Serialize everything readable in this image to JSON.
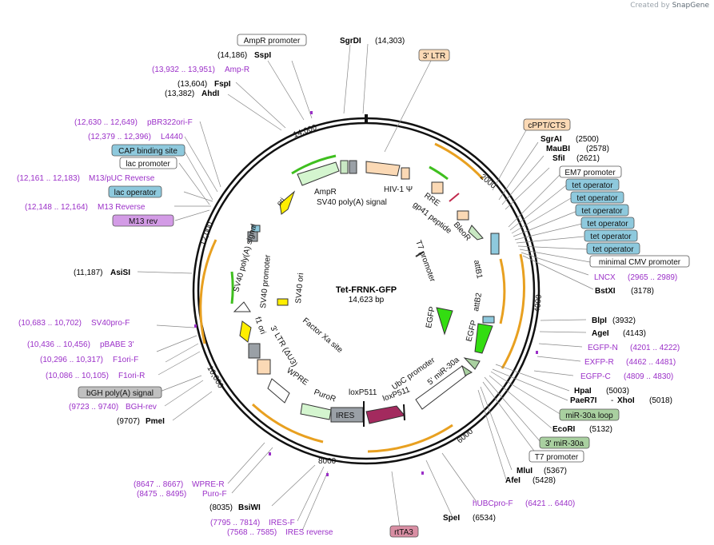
{
  "credit": {
    "prefix": "Created by",
    "brand": "SnapGene"
  },
  "plasmid": {
    "name": "Tet-FRNK-GFP",
    "length": "14,623 bp"
  },
  "colors": {
    "enzyme_text": "#000000",
    "primer": "#9b30c8",
    "orange_arrow": "#e8a020",
    "green_arrow": "#3fbf1f",
    "ltr_fill": "#fbd9b5",
    "operator_fill": "#8ec9dd",
    "mir_fill": "#a9d0a0",
    "rta_fill": "#d98ea3",
    "primer_box_fill": "#d39be6"
  },
  "ticks": [
    "2000",
    "4000",
    "6000",
    "8000",
    "10,000",
    "12,000",
    "14,000"
  ],
  "enzymes": [
    {
      "name": "SgrDI",
      "pos": "(14,303)"
    },
    {
      "name": "SspI",
      "pos": "(14,186)"
    },
    {
      "name": "FspI",
      "pos": "(13,604)"
    },
    {
      "name": "AhdI",
      "pos": "(13,382)"
    },
    {
      "name": "SgrAI",
      "pos": "(2500)"
    },
    {
      "name": "MauBI",
      "pos": "(2578)"
    },
    {
      "name": "SfiI",
      "pos": "(2621)"
    },
    {
      "name": "BstXI",
      "pos": "(3178)"
    },
    {
      "name": "BlpI",
      "pos": "(3932)"
    },
    {
      "name": "AgeI",
      "pos": "(4143)"
    },
    {
      "name": "HpaI",
      "pos": "(5003)"
    },
    {
      "name": "PaeR7I",
      "pos": ""
    },
    {
      "name": "XhoI",
      "pos": "(5018)"
    },
    {
      "name": "EcoRI",
      "pos": "(5132)"
    },
    {
      "name": "MluI",
      "pos": "(5367)"
    },
    {
      "name": "AfeI",
      "pos": "(5428)"
    },
    {
      "name": "SpeI",
      "pos": "(6534)"
    },
    {
      "name": "BsiWI",
      "pos": "(8035)"
    },
    {
      "name": "PmeI",
      "pos": "(9707)"
    },
    {
      "name": "AsiSI",
      "pos": "(11,187)"
    }
  ],
  "primers": [
    {
      "name": "Amp-R",
      "pos": "(13,932 .. 13,951)"
    },
    {
      "name": "pBR322ori-F",
      "pos": "(12,630 .. 12,649)"
    },
    {
      "name": "L4440",
      "pos": "(12,379 .. 12,396)"
    },
    {
      "name": "M13/pUC Reverse",
      "pos": "(12,161 .. 12,183)"
    },
    {
      "name": "M13 Reverse",
      "pos": "(12,148 .. 12,164)"
    },
    {
      "name": "LNCX",
      "pos": "(2965 .. 2989)"
    },
    {
      "name": "EGFP-N",
      "pos": "(4201 .. 4222)"
    },
    {
      "name": "EXFP-R",
      "pos": "(4462 .. 4481)"
    },
    {
      "name": "EGFP-C",
      "pos": "(4809 .. 4830)"
    },
    {
      "name": "SV40pro-F",
      "pos": "(10,683 .. 10,702)"
    },
    {
      "name": "pBABE 3'",
      "pos": "(10,436 .. 10,456)"
    },
    {
      "name": "F1ori-F",
      "pos": "(10,296 .. 10,317)"
    },
    {
      "name": "F1ori-R",
      "pos": "(10,086 .. 10,105)"
    },
    {
      "name": "BGH-rev",
      "pos": "(9723 .. 9740)"
    },
    {
      "name": "WPRE-R",
      "pos": "(8647 .. 8667)"
    },
    {
      "name": "Puro-F",
      "pos": "(8475 .. 8495)"
    },
    {
      "name": "hUBCpro-F",
      "pos": "(6421 .. 6440)"
    },
    {
      "name": "IRES-F",
      "pos": "(7795 .. 7814)"
    },
    {
      "name": "IRES reverse",
      "pos": "(7568 .. 7585)"
    }
  ],
  "boxed_features": [
    "AmpR promoter",
    "3' LTR",
    "cPPT/CTS",
    "EM7 promoter",
    "tet operator",
    "tet operator",
    "tet operator",
    "tet operator",
    "tet operator",
    "tet operator",
    "minimal CMV promoter",
    "miR-30a loop",
    "3' miR-30a",
    "T7 promoter",
    "rtTA3",
    "bGH poly(A) signal",
    "lac promoter",
    "CAP binding site",
    "lac operator",
    "M13 rev"
  ],
  "inner_labels": [
    "AmpR",
    "SV40 poly(A) signal",
    "HIV-1 Ψ",
    "RRE",
    "gp41 peptide",
    "BleoR",
    "T7 promoter",
    "attB1",
    "EGFP",
    "attB2",
    "EGFP",
    "5' miR-30a",
    "UbC promoter",
    "loxP511",
    "loxP511",
    "IRES",
    "PuroR",
    "WPRE",
    "3' LTR (ΔU3)",
    "Factor Xa site",
    "f1 ori",
    "SV40 promoter",
    "SV40 ori",
    "SV40 poly(A) signal",
    "ori"
  ]
}
